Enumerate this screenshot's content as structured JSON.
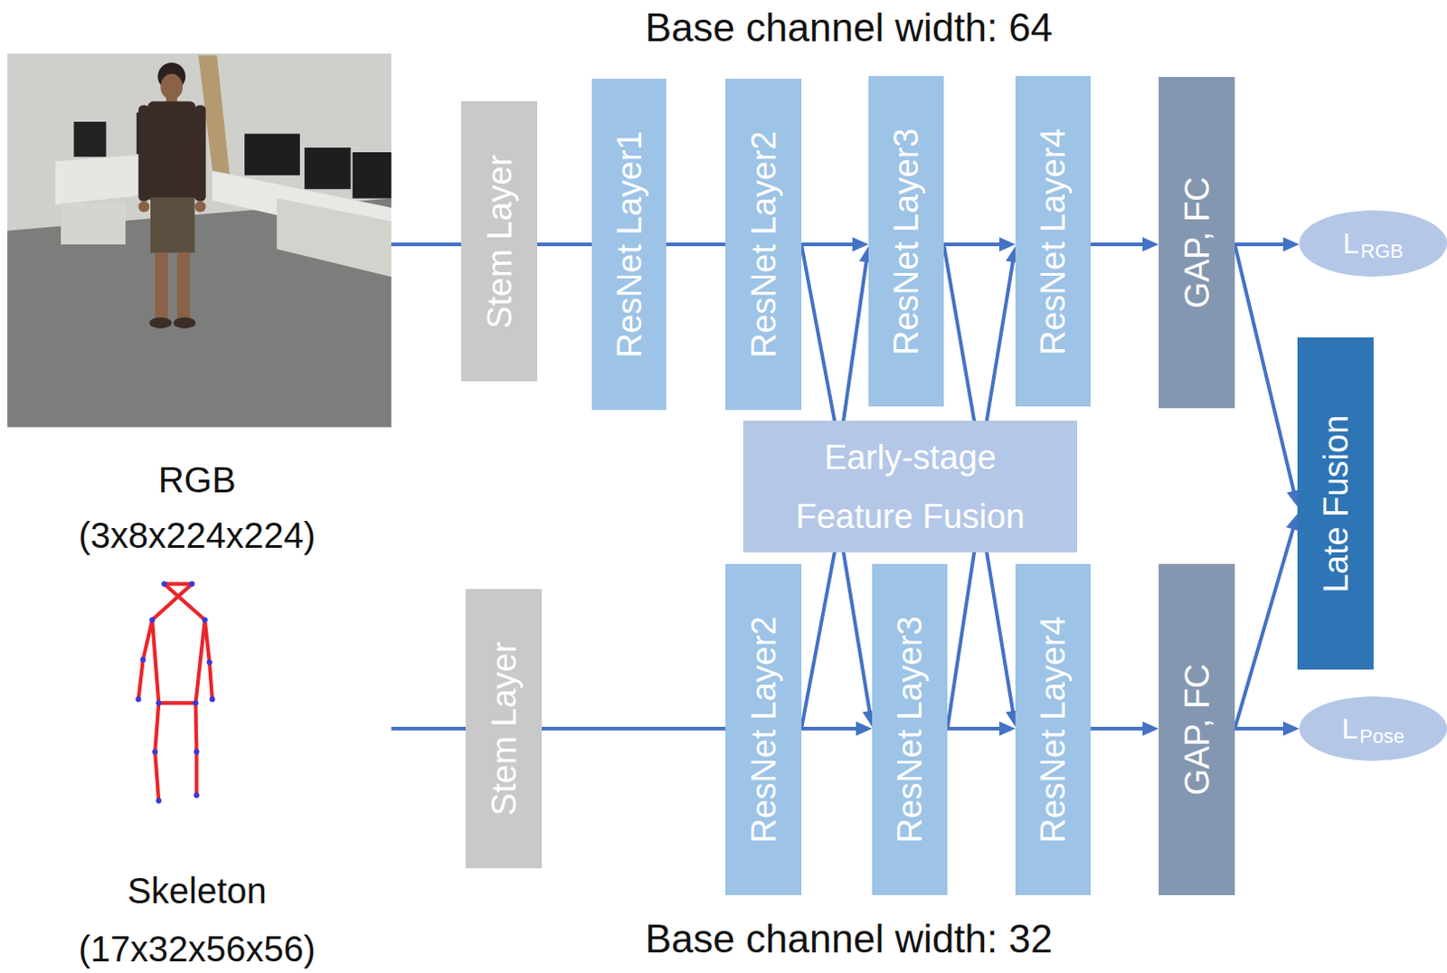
{
  "diagram": {
    "nodes": [
      {
        "text": [
          "Stem Layer"
        ]
      },
      {
        "text": [
          "ResNet Layer1"
        ]
      },
      {
        "text": [
          "ResNet Layer2"
        ]
      },
      {
        "text": [
          "ResNet Layer3"
        ]
      },
      {
        "text": [
          "ResNet Layer4"
        ]
      },
      {
        "text": [
          "GAP, FC"
        ]
      },
      {
        "text": [
          "L",
          "RGB"
        ]
      },
      {
        "text": [
          "Late Fusion"
        ]
      },
      {
        "text": [
          "Early-stage Feature Fusion"
        ]
      },
      {
        "text": [
          "Stem Layer"
        ]
      },
      {
        "text": [
          "ResNet Layer2"
        ]
      },
      {
        "text": [
          "ResNet Layer3"
        ]
      },
      {
        "text": [
          "ResNet Layer4"
        ]
      },
      {
        "text": [
          "GAP, FC"
        ]
      },
      {
        "text": [
          "L",
          "Pose"
        ]
      }
    ],
    "edges": [
      {
        "from": 0,
        "to": 1,
        "arrow": "none"
      },
      {
        "from": 1,
        "to": 2,
        "arrow": "none"
      },
      {
        "from": 2,
        "to": 3,
        "arrow": "to"
      },
      {
        "from": 3,
        "to": 4,
        "arrow": "to"
      },
      {
        "from": 4,
        "to": 5,
        "arrow": "to"
      },
      {
        "from": 5,
        "to": 6,
        "arrow": "to"
      },
      {
        "from": 5,
        "to": 7,
        "arrow": "to"
      },
      {
        "from": 2,
        "to": 8,
        "arrow": "none"
      },
      {
        "from": 10,
        "to": 8,
        "arrow": "none"
      },
      {
        "from": 8,
        "to": 3,
        "arrow": "to"
      },
      {
        "from": 8,
        "to": 11,
        "arrow": "to"
      },
      {
        "from": 3,
        "to": 8,
        "arrow": "none"
      },
      {
        "from": 11,
        "to": 8,
        "arrow": "none"
      },
      {
        "from": 8,
        "to": 4,
        "arrow": "to"
      },
      {
        "from": 8,
        "to": 12,
        "arrow": "to"
      },
      {
        "from": 9,
        "to": 10,
        "arrow": "none"
      },
      {
        "from": 10,
        "to": 11,
        "arrow": "to"
      },
      {
        "from": 11,
        "to": 12,
        "arrow": "to"
      },
      {
        "from": 12,
        "to": 13,
        "arrow": "to"
      },
      {
        "from": 13,
        "to": 14,
        "arrow": "to"
      },
      {
        "from": 13,
        "to": 7,
        "arrow": "to"
      }
    ],
    "labels": [
      "Base channel width: 64",
      "RGB",
      "(3x8x224x224)",
      "Skeleton",
      "(17x32x56x56)",
      "Base channel width: 32"
    ]
  }
}
